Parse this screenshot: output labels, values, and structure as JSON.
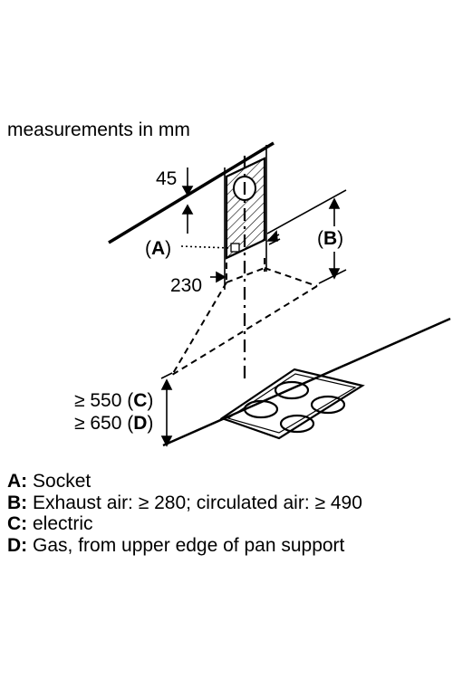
{
  "heading": "measurements in mm",
  "dimensions": {
    "top_offset": "45",
    "socket_label": "A",
    "height_label": "B",
    "width": "230",
    "min_electric_prefix": "≥ 550",
    "min_electric_key": "C",
    "min_gas_prefix": "≥ 650",
    "min_gas_key": "D"
  },
  "legend": [
    {
      "key": "A:",
      "text": " Socket"
    },
    {
      "key": "B:",
      "text": " Exhaust air: ≥ 280; circulated air: ≥ 490"
    },
    {
      "key": "C:",
      "text": " electric"
    },
    {
      "key": "D:",
      "text": " Gas, from upper edge of pan support"
    }
  ],
  "colors": {
    "ink": "#000000",
    "background": "#ffffff"
  }
}
